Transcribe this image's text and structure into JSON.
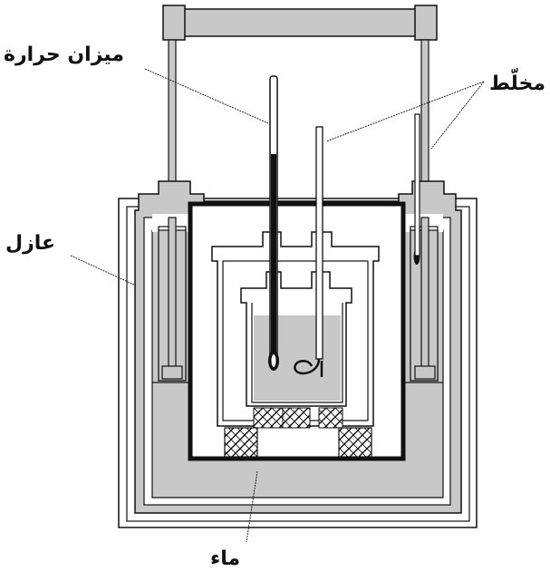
{
  "labels": {
    "thermometer": "ميزان حرارة",
    "stirrer": "مخلّط",
    "insulator": "عازل",
    "water": "ماء"
  },
  "colors": {
    "fill_gray": "#c8c8c8",
    "outline": "#111111",
    "background": "#ffffff"
  }
}
